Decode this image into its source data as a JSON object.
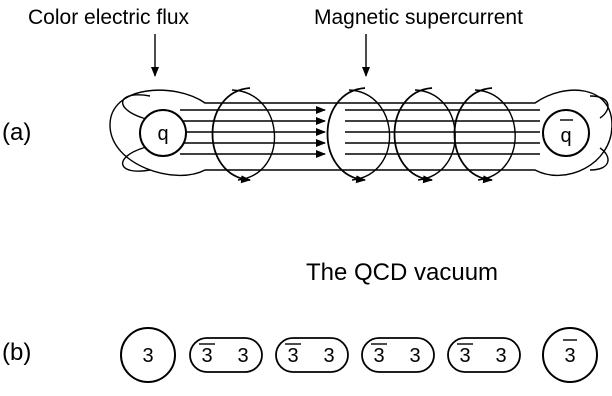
{
  "labels": {
    "color_electric_flux": "Color electric flux",
    "magnetic_supercurrent": "Magnetic supercurrent",
    "vacuum": "The QCD vacuum"
  },
  "panel_a": {
    "tag": "(a)",
    "quark": "q",
    "antiquark": "q"
  },
  "panel_b": {
    "tag": "(b)",
    "end_left": "3",
    "end_right": "3",
    "pairs": [
      {
        "bar": "3",
        "plain": "3"
      },
      {
        "bar": "3",
        "plain": "3"
      },
      {
        "bar": "3",
        "plain": "3"
      },
      {
        "bar": "3",
        "plain": "3"
      }
    ]
  }
}
